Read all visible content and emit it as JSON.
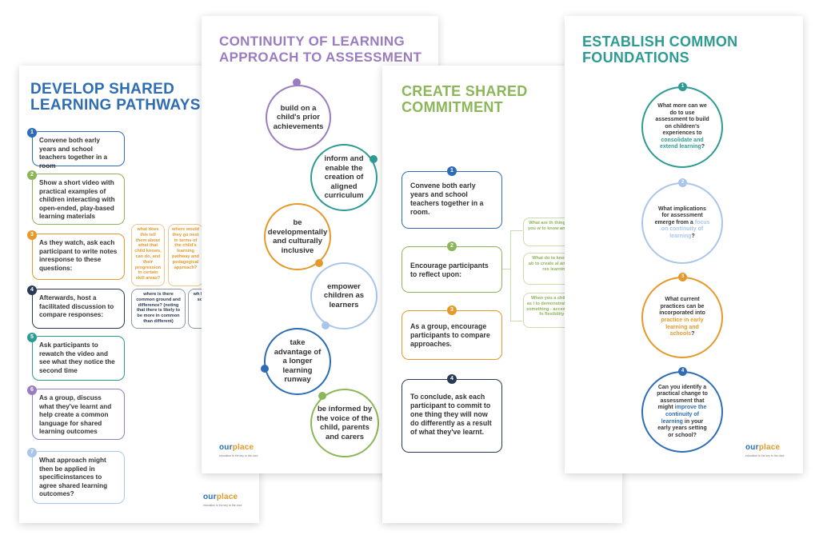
{
  "logo": {
    "part1": "our",
    "part2": "place",
    "tagline": "education is the key to the door"
  },
  "pathways": {
    "title_line1": "DEVELOP SHARED",
    "title_line2": "LEARNING PATHWAYS",
    "steps": [
      {
        "n": "1",
        "text": "Convene both early years and school teachers together in a room",
        "color": "#2e6db4"
      },
      {
        "n": "2",
        "text": "Show a short video with practical examples of children interacting with open-ended, play-based learning materials",
        "color": "#8cb65a"
      },
      {
        "n": "3",
        "text": "As they watch, ask each participant to write notes inresponse to these questions:",
        "color": "#e49a2b"
      },
      {
        "n": "4",
        "text": "Afterwards, host a facilitated discussion to compare responses:",
        "color": "#2a3a55"
      },
      {
        "n": "5",
        "text": "Ask participants to rewatch the video and see what they notice the second time",
        "color": "#2e9b92"
      },
      {
        "n": "6",
        "text": "As a group, discuss what they've learnt and help create a common language for shared learning outcomes",
        "color": "#9a7cc0"
      },
      {
        "n": "7",
        "text": "What approach might then be applied in specificinstances to agree shared learning outcomes?",
        "color": "#a9c6ea"
      }
    ],
    "q3a": "what does this tell them about what that child knows, can do, and their progression in certain skill areas?",
    "q3b": "where would they go next in terms of the child's learning pathway and pedagogical approach?",
    "q4a": "where is there common ground and difference? (noting that there is likely to be more in common than different)",
    "q4b": "wh fro so"
  },
  "continuity": {
    "title_line1": "CONTINUITY OF LEARNING",
    "title_line2": "APPROACH TO ASSESSMENT",
    "items": [
      {
        "text": "build on a child's prior achievements",
        "color": "#9a7cc0"
      },
      {
        "text": "inform and enable the creation of aligned curriculum",
        "color": "#2e9b92"
      },
      {
        "text": "be developmentally and culturally inclusive",
        "color": "#e49a2b"
      },
      {
        "text": "empower children as learners",
        "color": "#a9c6ea"
      },
      {
        "text": "take advantage of a longer learning runway",
        "color": "#2e6db4"
      },
      {
        "text": "be informed by the voice of the child, parents and carers",
        "color": "#8cb65a"
      }
    ]
  },
  "commitment": {
    "title_line1": "CREATE SHARED",
    "title_line2": "COMMITMENT",
    "steps": [
      {
        "n": "1",
        "text": "Convene both early years and school teachers together in a room.",
        "color": "#2e6db4"
      },
      {
        "n": "2",
        "text": "Encourage participants to reflect upon:",
        "color": "#8cb65a"
      },
      {
        "n": "3",
        "text": "As a group, encourage participants to compare approaches.",
        "color": "#e49a2b"
      },
      {
        "n": "4",
        "text": "To conclude, ask each participant to commit to one thing they will now do differently as a result of what they've learnt.",
        "color": "#2a3a55"
      }
    ],
    "side1": "What are th things you w to know and",
    "side2": "What do to know ab to create al and res learning",
    "side3": "When you a child as l to demonstrate something - access fo flexibility a"
  },
  "foundations": {
    "title_line1": "ESTABLISH COMMON",
    "title_line2": "FOUNDATIONS",
    "items": [
      {
        "n": "1",
        "pre": "What more can we do to use assessment to build on children's experiences to ",
        "hl": "consolidate and extend learning",
        "post": "?",
        "color": "#2e9b92"
      },
      {
        "n": "2",
        "pre": "What implications for assessment emerge from a ",
        "hl": "focus on continuity of learning",
        "post": "?",
        "color": "#a9c6ea"
      },
      {
        "n": "3",
        "pre": "What current practices can be incorporated into ",
        "hl": "practice in early learning and schools",
        "post": "?",
        "color": "#e49a2b"
      },
      {
        "n": "4",
        "pre": "Can you identify a practical change to assessment that might ",
        "hl": "improve the continuity of learning",
        "post": " in your early years setting or school?",
        "color": "#2e6db4"
      }
    ]
  }
}
